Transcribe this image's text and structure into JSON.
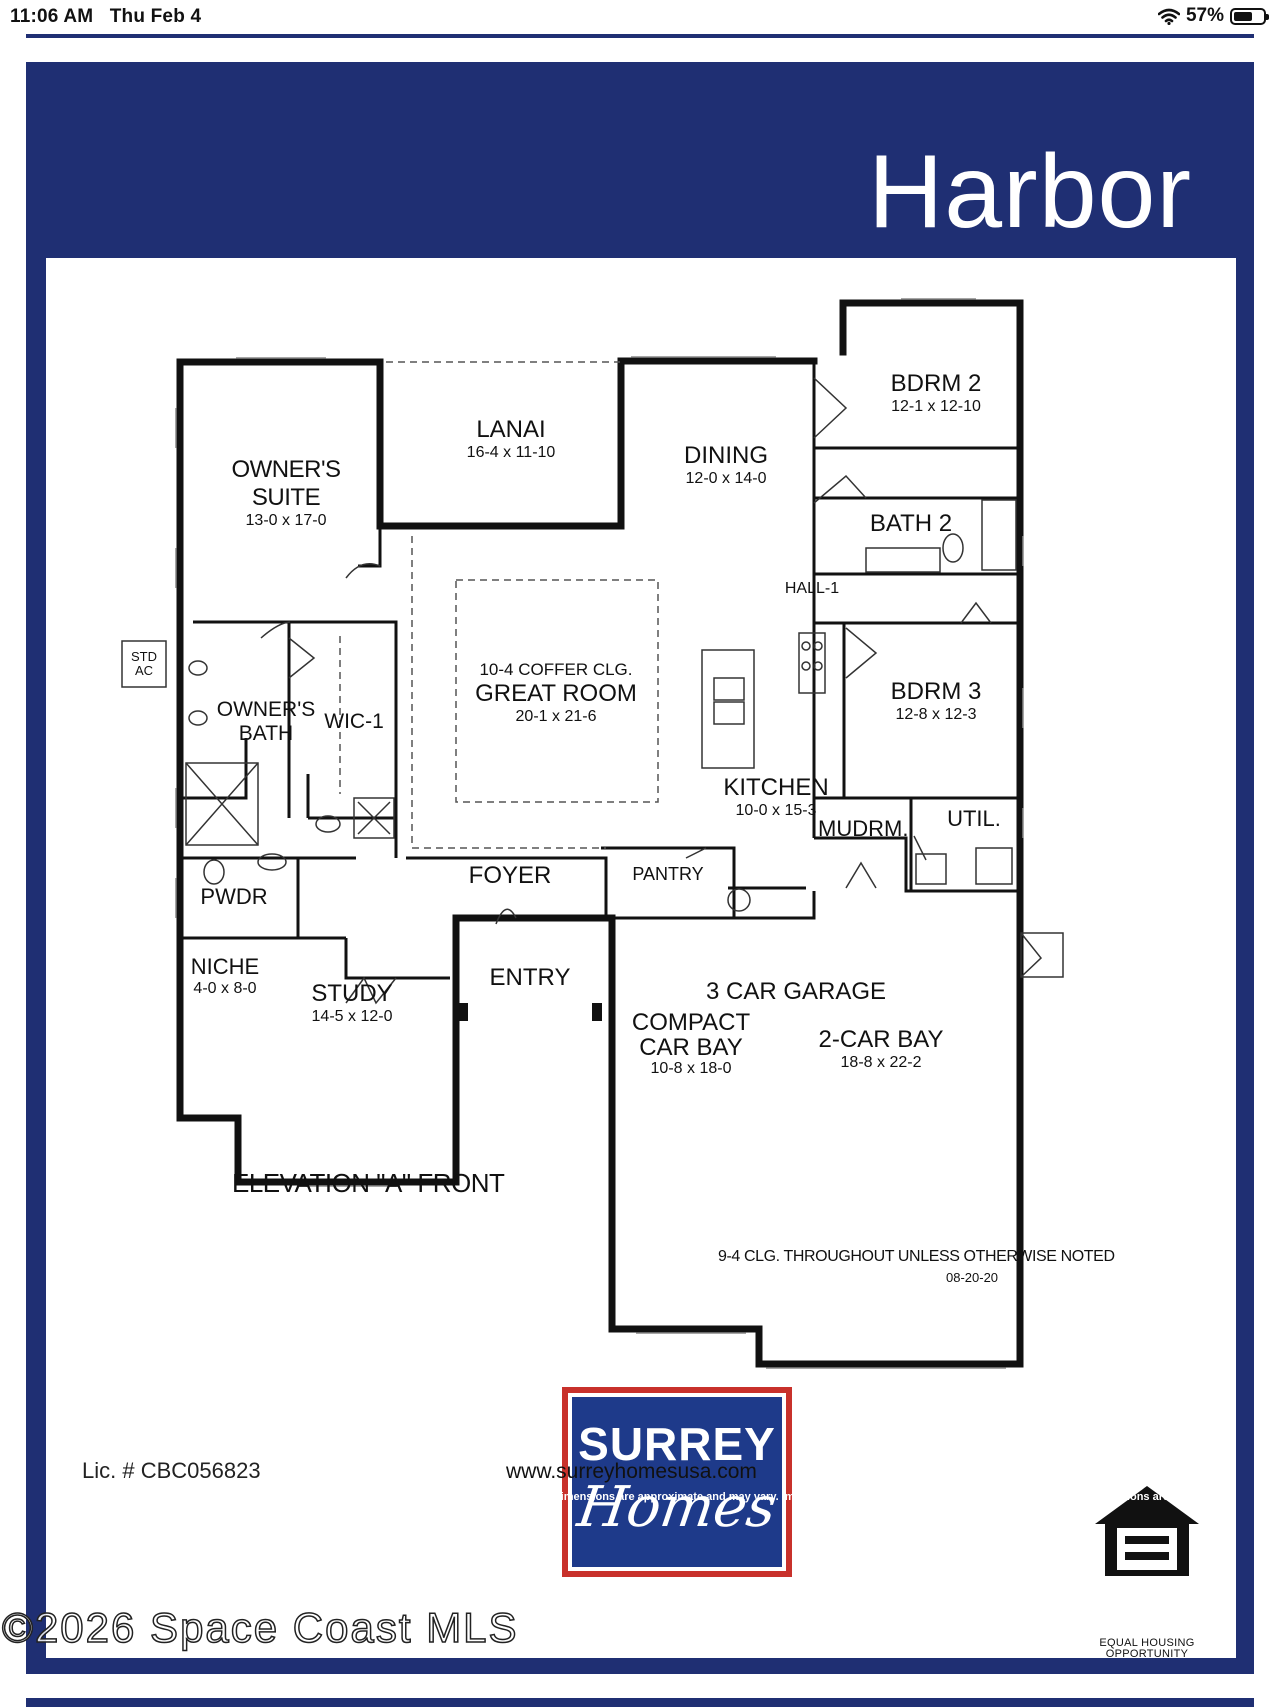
{
  "status_bar": {
    "time": "11:06 AM",
    "date": "Thu Feb 4",
    "battery_percent": "57%",
    "battery_level": 0.57,
    "wifi_icon": "wifi-icon",
    "battery_icon": "battery-icon"
  },
  "flyer": {
    "title": "Harbor",
    "colors": {
      "navy": "#1f2f73",
      "logo_red": "#c8312b",
      "logo_blue": "#1e3a8a"
    }
  },
  "plan": {
    "rooms": {
      "owners_suite": {
        "name": "OWNER'S SUITE",
        "dims": "13-0 x 17-0"
      },
      "lanai": {
        "name": "LANAI",
        "dims": "16-4 x 11-10"
      },
      "dining": {
        "name": "DINING",
        "dims": "12-0 x 14-0"
      },
      "bdrm2": {
        "name": "BDRM 2",
        "dims": "12-1 x 12-10"
      },
      "bath2": {
        "name": "BATH 2"
      },
      "hall1": {
        "name": "HALL-1"
      },
      "great_room": {
        "note": "10-4 COFFER CLG.",
        "name": "GREAT ROOM",
        "dims": "20-1 x 21-6"
      },
      "std_ac": {
        "line1": "STD",
        "line2": "AC"
      },
      "owners_bath": {
        "line1": "OWNER'S",
        "line2": "BATH"
      },
      "wic1": {
        "name": "WIC-1"
      },
      "bdrm3": {
        "name": "BDRM 3",
        "dims": "12-8 x 12-3"
      },
      "kitchen": {
        "name": "KITCHEN",
        "dims": "10-0 x 15-3"
      },
      "mudrm": {
        "name": "MUDRM."
      },
      "util": {
        "name": "UTIL."
      },
      "foyer": {
        "name": "FOYER"
      },
      "pantry": {
        "name": "PANTRY"
      },
      "pwdr": {
        "name": "PWDR"
      },
      "entry": {
        "name": "ENTRY"
      },
      "niche": {
        "name": "NICHE",
        "dims": "4-0 x 8-0"
      },
      "study": {
        "name": "STUDY",
        "dims": "14-5 x 12-0"
      },
      "garage": {
        "name": "3 CAR GARAGE"
      },
      "compact_bay": {
        "line1": "COMPACT",
        "line2": "CAR BAY",
        "dims": "10-8 x 18-0"
      },
      "two_car_bay": {
        "name": "2-CAR BAY",
        "dims": "18-8 x 22-2"
      }
    },
    "elevation": "ELEVATION \"A\" FRONT",
    "date_code": "08-20-20",
    "ceiling_note": "9-4 CLG. THROUGHOUT UNLESS OTHERWISE NOTED"
  },
  "logo": {
    "line1": "SURREY",
    "line2": "Homes"
  },
  "equal_housing": {
    "line1": "EQUAL HOUSING",
    "line2": "OPPORTUNITY"
  },
  "footer": {
    "license": "Lic. # CBC056823",
    "url": "www.surreyhomesusa.com",
    "disclaimer": "Plans and renderings represent the home as it will be built. Room sizes and dimensions are approximate and may vary. Images and drawings are for illustration only. Plans and specifications are subject to change without notice. See Sales Consultant for details."
  },
  "watermark": "©2026 Space Coast MLS"
}
